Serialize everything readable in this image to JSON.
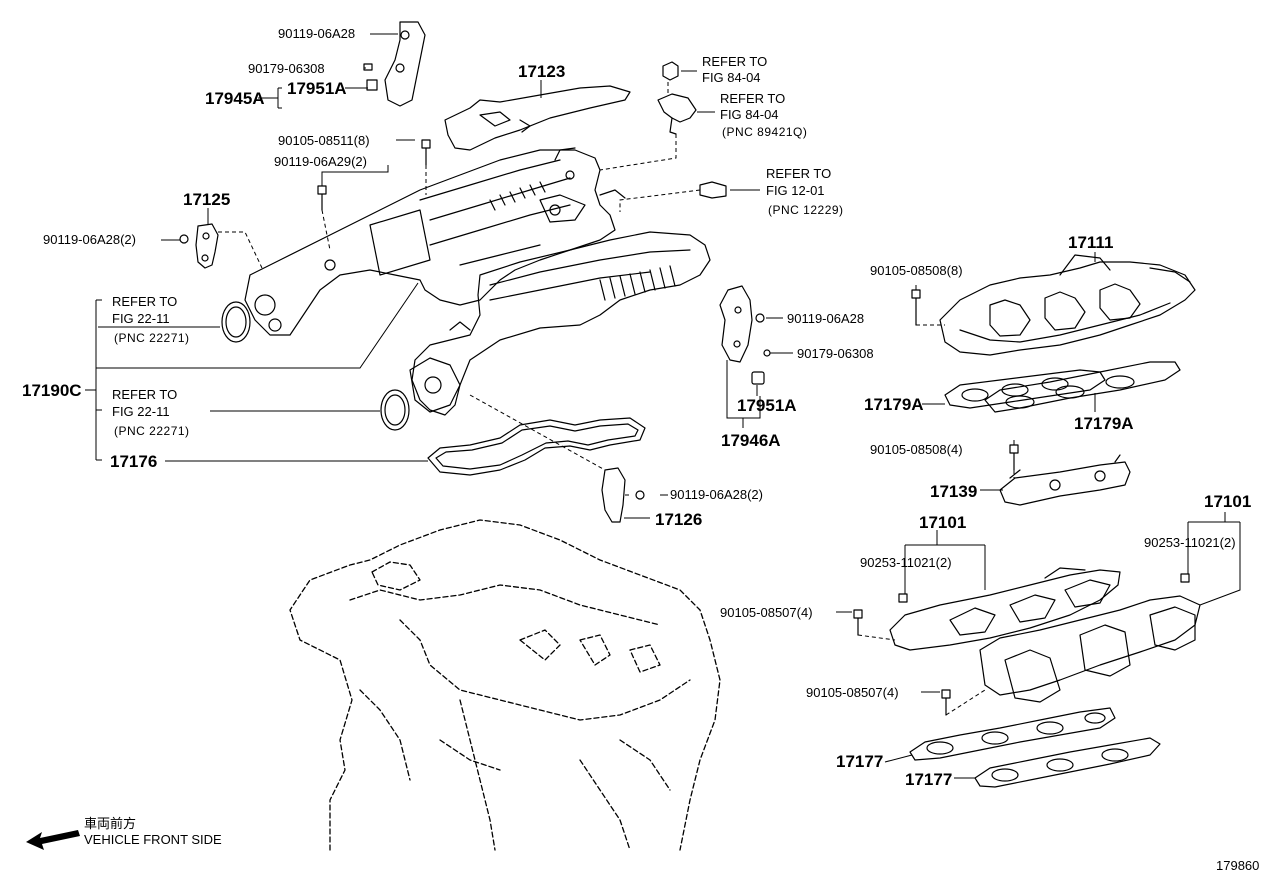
{
  "diagram_id": "179860",
  "direction": {
    "jp": "車両前方",
    "en": "VEHICLE FRONT SIDE",
    "icon": "arrow-left-icon"
  },
  "labels": {
    "p90119_06A28_top": "90119-06A28",
    "p90179_06308_top": "90179-06308",
    "p17945A": "17945A",
    "p17951A_top": "17951A",
    "p17123": "17123",
    "refer_8404_a_1": "REFER TO",
    "refer_8404_a_2": "FIG 84-04",
    "refer_8404_b_1": "REFER TO",
    "refer_8404_b_2": "FIG 84-04",
    "refer_8404_b_3": "(PNC 89421Q)",
    "p90105_08511": "90105-08511(8)",
    "p90119_06A29": "90119-06A29(2)",
    "refer_1201_1": "REFER TO",
    "refer_1201_2": "FIG 12-01",
    "refer_1201_3": "(PNC 12229)",
    "p17125": "17125",
    "p90119_06A28_2_left": "90119-06A28(2)",
    "refer_2211_a_1": "REFER TO",
    "refer_2211_a_2": "FIG 22-11",
    "refer_2211_a_3": "(PNC 22271)",
    "p17190C": "17190C",
    "refer_2211_b_1": "REFER TO",
    "refer_2211_b_2": "FIG 22-11",
    "refer_2211_b_3": "(PNC 22271)",
    "p17176": "17176",
    "p90119_06A28_mid": "90119-06A28",
    "p90179_06308_mid": "90179-06308",
    "p17951A_mid": "17951A",
    "p17946A": "17946A",
    "p90119_06A28_2_low": "90119-06A28(2)",
    "p17126": "17126",
    "p17111": "17111",
    "p90105_08508_8": "90105-08508(8)",
    "p17179A_left": "17179A",
    "p17179A_right": "17179A",
    "p90105_08508_4": "90105-08508(4)",
    "p17139": "17139",
    "p17101_left": "17101",
    "p17101_right": "17101",
    "p90253_11021_left": "90253-11021(2)",
    "p90253_11021_right": "90253-11021(2)",
    "p90105_08507_a": "90105-08507(4)",
    "p90105_08507_b": "90105-08507(4)",
    "p17177_a": "17177",
    "p17177_b": "17177"
  }
}
